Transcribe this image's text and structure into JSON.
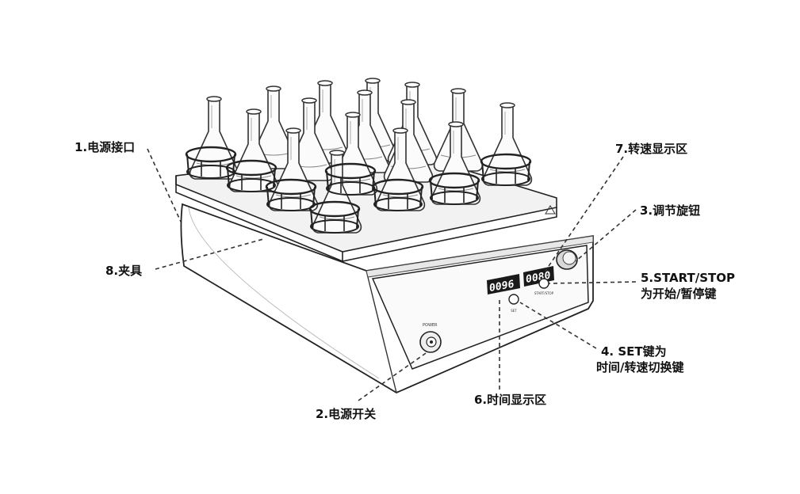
{
  "display": {
    "time_value": "0096",
    "speed_value": "0080"
  },
  "panel": {
    "power_text": "POWER",
    "set_text": "SET",
    "startstop_text": "START/STOP"
  },
  "labels": {
    "l1": "1.电源接口",
    "l2": "2.电源开关",
    "l3": "3.调节旋钮",
    "l4_line1": "4.  SET键为",
    "l4_line2": "时间/转速切换键",
    "l5_line1": "5.START/STOP",
    "l5_line2": "为开始/暂停键",
    "l6": "6.时间显示区",
    "l7": "7.转速显示区",
    "l8": "8.夹具"
  }
}
